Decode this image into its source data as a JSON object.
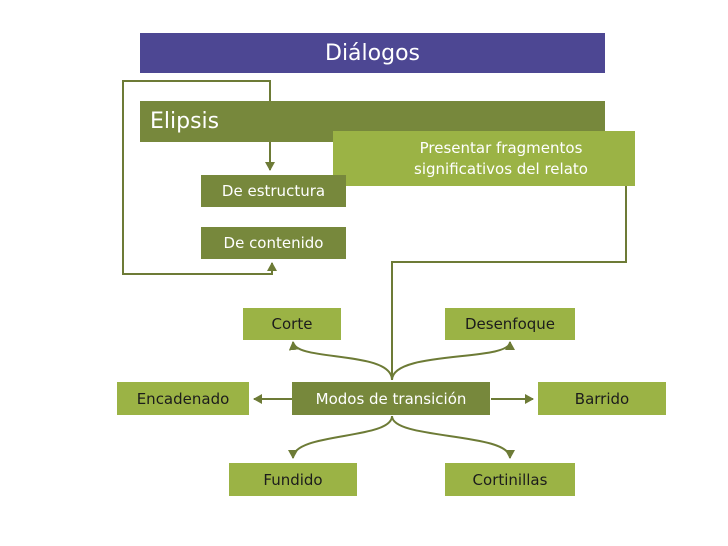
{
  "diagram": {
    "title": "Diálogos",
    "elipsis": "Elipsis",
    "presentar": [
      "Presentar fragmentos",
      "significativos del relato"
    ],
    "de_estructura": "De estructura",
    "de_contenido": "De contenido",
    "modos": "Modos de transición",
    "corte": "Corte",
    "desenfoque": "Desenfoque",
    "encadenado": "Encadenado",
    "barrido": "Barrido",
    "fundido": "Fundido",
    "cortinillas": "Cortinillas"
  },
  "colors": {
    "title_bg": "#4d4793",
    "dark_green": "#77883c",
    "light_green": "#9bb345",
    "connector": "#6d7b36"
  }
}
